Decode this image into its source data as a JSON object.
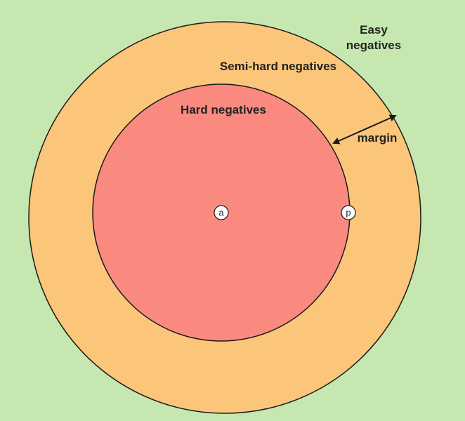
{
  "colors": {
    "background": "#c6e8b0",
    "outer_region": "#fbc57a",
    "inner_region": "#fa8a80",
    "outline": "#1a1a1a",
    "point_fill": "#ffffff"
  },
  "regions": {
    "easy_label_line1": "Easy",
    "easy_label_line2": "negatives",
    "semi_hard_label": "Semi-hard negatives",
    "hard_label": "Hard negatives"
  },
  "margin_label": "margin",
  "points": {
    "anchor": "a",
    "positive": "p"
  }
}
